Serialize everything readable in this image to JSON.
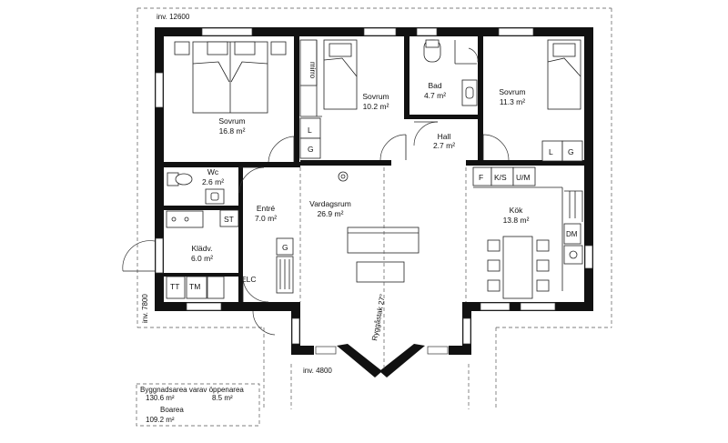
{
  "dimensions": {
    "width_label": "inv. 12600",
    "depth_label": "inv. 7800",
    "bay_label": "inv. 4800"
  },
  "rooms": [
    {
      "name": "Sovrum",
      "area": "16.8 m²"
    },
    {
      "name": "Sovrum",
      "area": "10.2 m²"
    },
    {
      "name": "Bad",
      "area": "4.7 m²"
    },
    {
      "name": "Sovrum",
      "area": "11.3 m²"
    },
    {
      "name": "Hall",
      "area": "2.7 m²"
    },
    {
      "name": "Wc",
      "area": "2.6 m²"
    },
    {
      "name": "Entré",
      "area": "7.0 m²"
    },
    {
      "name": "Vardagsrum",
      "area": "26.9 m²"
    },
    {
      "name": "Kök",
      "area": "13.8 m²"
    },
    {
      "name": "Klädv.",
      "area": "6.0 m²"
    }
  ],
  "fixtures": {
    "mirror": "mirro",
    "l1": "L",
    "g1": "G",
    "l2": "L",
    "g2": "G",
    "g_entre": "G",
    "st": "ST",
    "tt": "TT",
    "tm": "TM",
    "elc": "ELC",
    "f": "F",
    "ks": "K/S",
    "um": "U/M",
    "dm": "DM"
  },
  "ceiling_label": "Ryggåstak 27°",
  "area_box": {
    "line1": "Byggnadsarea  varav öppenarea",
    "building_area": "130.6 m²",
    "open_area": "8.5 m²",
    "line3": "Boarea",
    "living_area": "109.2 m²"
  }
}
